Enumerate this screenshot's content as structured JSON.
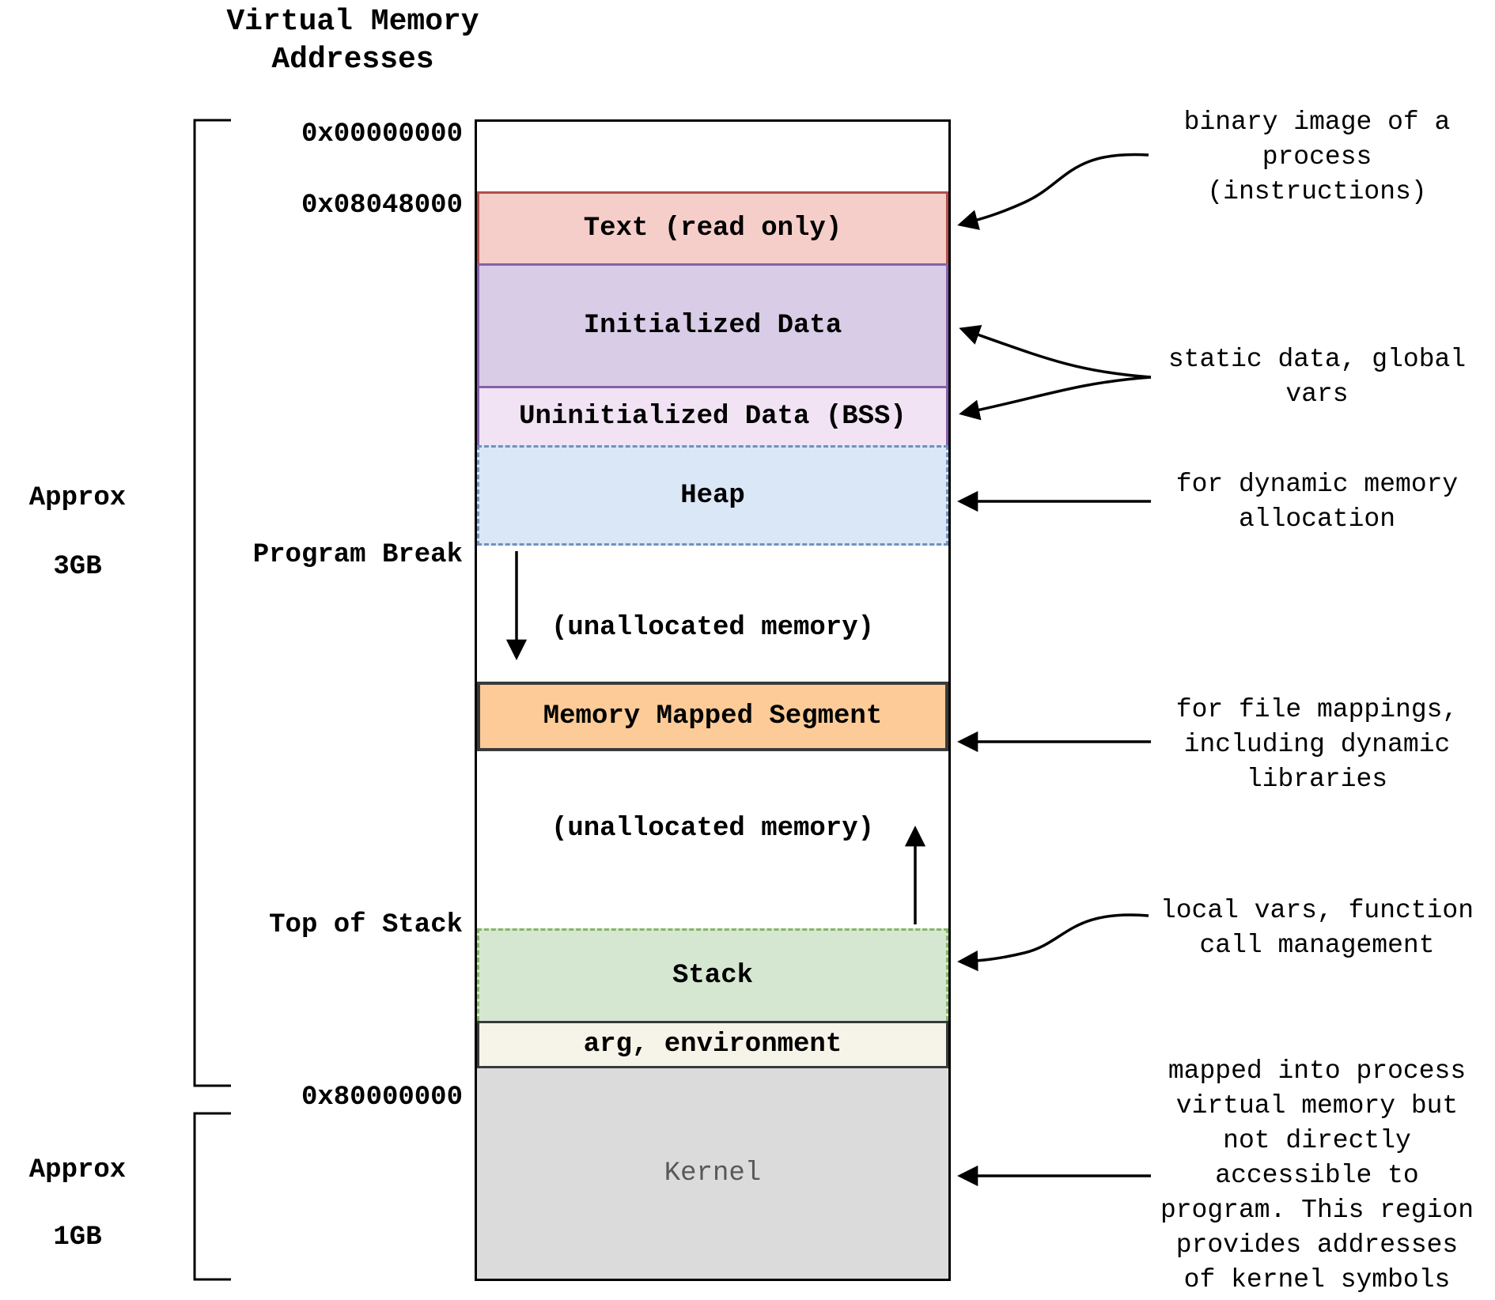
{
  "title": {
    "line1": "Virtual Memory",
    "line2": "Addresses"
  },
  "size_labels": {
    "top": {
      "line1": "Approx",
      "line2": "3GB"
    },
    "bottom": {
      "line1": "Approx",
      "line2": "1GB"
    }
  },
  "address_labels": {
    "addr0": "0x00000000",
    "addr1": "0x08048000",
    "program_break": "Program Break",
    "top_of_stack": "Top of Stack",
    "addr2": "0x80000000"
  },
  "segments": {
    "text": {
      "label": "Text (read only)",
      "fill": "#f5cdc9",
      "stroke": "#b05049"
    },
    "init": {
      "label": "Initialized Data",
      "fill": "#d8cce6",
      "stroke": "#8561a8"
    },
    "bss": {
      "label": "Uninitialized Data (BSS)",
      "fill": "#f1e3f4",
      "stroke": "#8561a8"
    },
    "heap": {
      "label": "Heap",
      "fill": "#dae7f7",
      "stroke": "#7291bd"
    },
    "unalloc1": {
      "label": "(unallocated memory)",
      "fill": "#ffffff"
    },
    "mms": {
      "label": "Memory Mapped Segment",
      "fill": "#fccb97",
      "stroke": "#3a3a3a"
    },
    "unalloc2": {
      "label": "(unallocated memory)",
      "fill": "#ffffff"
    },
    "stack": {
      "label": "Stack",
      "fill": "#d6e7d1",
      "stroke": "#86b565"
    },
    "arg": {
      "label": "arg, environment",
      "fill": "#f6f4e8",
      "stroke": "#3a3a3a"
    },
    "kernel": {
      "label": "Kernel",
      "fill": "#dbdbdb",
      "text_color": "#595959"
    }
  },
  "annotations": {
    "binary": {
      "lines": [
        "binary image of a",
        "process",
        "(instructions)"
      ]
    },
    "static_data": {
      "lines": [
        "static data, global",
        "vars"
      ]
    },
    "heap": {
      "lines": [
        "for dynamic memory",
        "allocation"
      ]
    },
    "mmap": {
      "lines": [
        "for file mappings,",
        "including dynamic",
        "libraries"
      ]
    },
    "stack": {
      "lines": [
        "local vars, function",
        "call management"
      ]
    },
    "kernel": {
      "lines": [
        "mapped into process",
        "virtual memory but",
        "not directly",
        "accessible to",
        "program. This region",
        "provides addresses",
        "of kernel symbols"
      ]
    }
  },
  "colors": {
    "outline": "#000000",
    "dark_border": "#3a3a3a",
    "arrow": "#000000",
    "kernel_text": "#595959"
  }
}
